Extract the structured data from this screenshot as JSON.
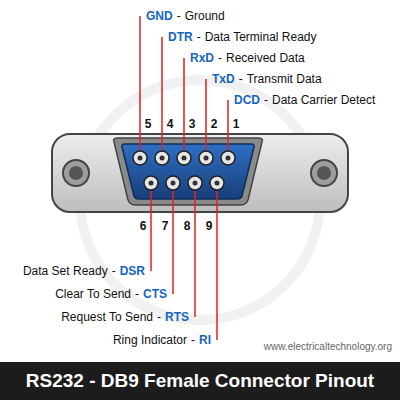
{
  "diagram": {
    "title": "RS232 - DB9 Female Connector Pinout",
    "labels": [
      "GND",
      "-",
      "Ground",
      "DTR",
      "-",
      "Data Terminal Ready",
      "RxD",
      "-",
      "Received Data",
      "TxD",
      "-",
      "Transmit Data",
      "DCD",
      "-",
      "Data Carrier Detect",
      "5",
      "4",
      "3",
      "2",
      "1",
      "6",
      "7",
      "8",
      "9",
      "Data Set Ready",
      "-",
      "DSR",
      "Clear To Send",
      "-",
      "CTS",
      "Request To Send",
      "-",
      "RTS",
      "Ring Indicator",
      "-",
      "RI",
      "www.electricaltechnology.org"
    ]
  }
}
